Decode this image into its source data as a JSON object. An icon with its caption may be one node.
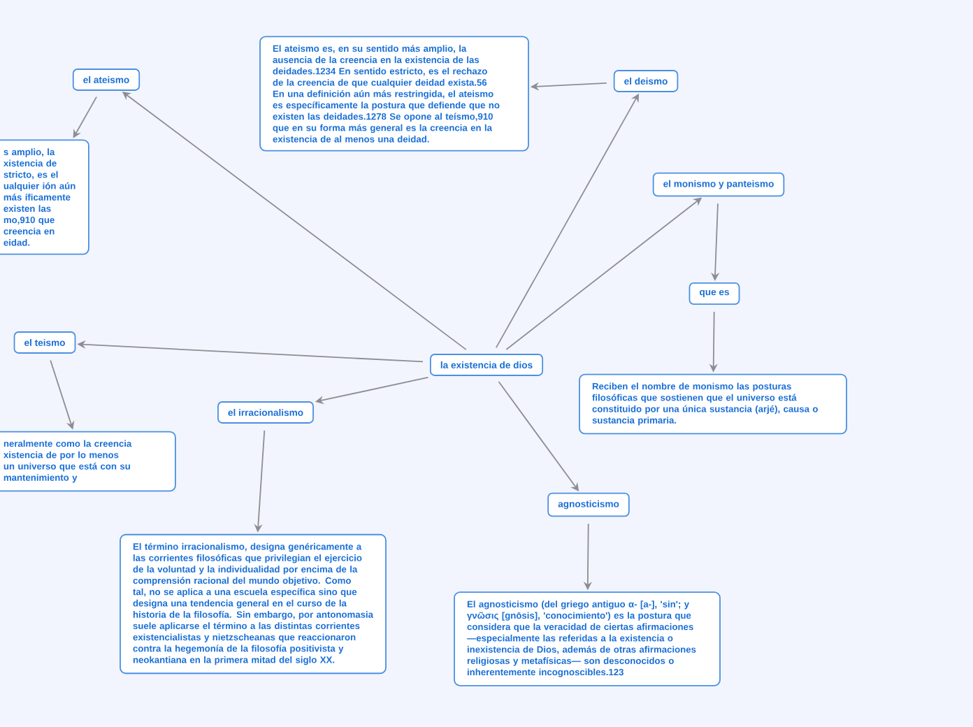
{
  "diagram": {
    "nodes": [
      {
        "text": [
          "la existencia de dios"
        ]
      },
      {
        "text": [
          "el ateismo"
        ]
      },
      {
        "text": [
          "s amplio, la xistencia de stricto, es el ualquier ión aún más íficamente existen las mo,910 que creencia en eidad."
        ]
      },
      {
        "text": [
          "El ateismo es, en su sentido más amplio, la ausencia de la creencia en la existencia de las deidades.1234 En sentido estricto, es el rechazo de la creencia de que cualquier deidad exista.56 En una definición aún más restringida, el ateismo es específicamente la postura que defiende que no existen las deidades.1278 Se opone al teísmo,910 que en su forma más general es la creencia en la existencia de al menos una deidad."
        ]
      },
      {
        "text": [
          "el deismo"
        ]
      },
      {
        "text": [
          "el monismo y panteismo"
        ]
      },
      {
        "text": [
          "que es"
        ]
      },
      {
        "text": [
          "Reciben el nombre de monismo las posturas filosóficas que sostienen que el universo está constituido por una única sustancia (arjé), causa o sustancia primaria."
        ]
      },
      {
        "text": [
          "el teismo"
        ]
      },
      {
        "text": [
          "neralmente como la creencia xistencia de por lo menos un universo que está con su mantenimiento y"
        ]
      },
      {
        "text": [
          "el irracionalismo"
        ]
      },
      {
        "text": [
          "El término irracionalismo, designa genéricamente a las corrientes filosóficas que privilegian el ejercicio de la voluntad y la individualidad por encima de la comprensión racional del mundo objetivo. Como tal, no se aplica a una escuela específica sino que designa una tendencia general en el curso de la historia de la filosofía. Sin embargo, por antonomasia suele aplicarse el término a las distintas corrientes existencialistas y nietzscheanas que reaccionaron contra la hegemonía de la filosofía positivista y neokantiana en la primera mitad del siglo XX."
        ]
      },
      {
        "text": [
          "agnosticismo"
        ]
      },
      {
        "text": [
          "El agnosticismo (del griego antiguo α- [a-], 'sin'; y γνῶσις [gnōsis], 'conocimiento') es la postura que considera que la veracidad de ciertas afirmaciones —especialmente las referidas a la existencia o inexistencia de Dios, además de otras afirmaciones religiosas y metafísicas— son desconocidos o inherentemente incognoscibles.123"
        ]
      }
    ],
    "edges": [
      {
        "from": 0,
        "to": 1,
        "arrow": "to"
      },
      {
        "from": 1,
        "to": 2,
        "arrow": "to"
      },
      {
        "from": 4,
        "to": 3,
        "arrow": "to"
      },
      {
        "from": 0,
        "to": 4,
        "arrow": "to"
      },
      {
        "from": 0,
        "to": 5,
        "arrow": "to"
      },
      {
        "from": 5,
        "to": 6,
        "arrow": "to"
      },
      {
        "from": 6,
        "to": 7,
        "arrow": "to"
      },
      {
        "from": 0,
        "to": 8,
        "arrow": "to"
      },
      {
        "from": 8,
        "to": 9,
        "arrow": "to"
      },
      {
        "from": 0,
        "to": 10,
        "arrow": "to"
      },
      {
        "from": 10,
        "to": 11,
        "arrow": "to"
      },
      {
        "from": 0,
        "to": 12,
        "arrow": "to"
      },
      {
        "from": 12,
        "to": 13,
        "arrow": "to"
      }
    ]
  }
}
